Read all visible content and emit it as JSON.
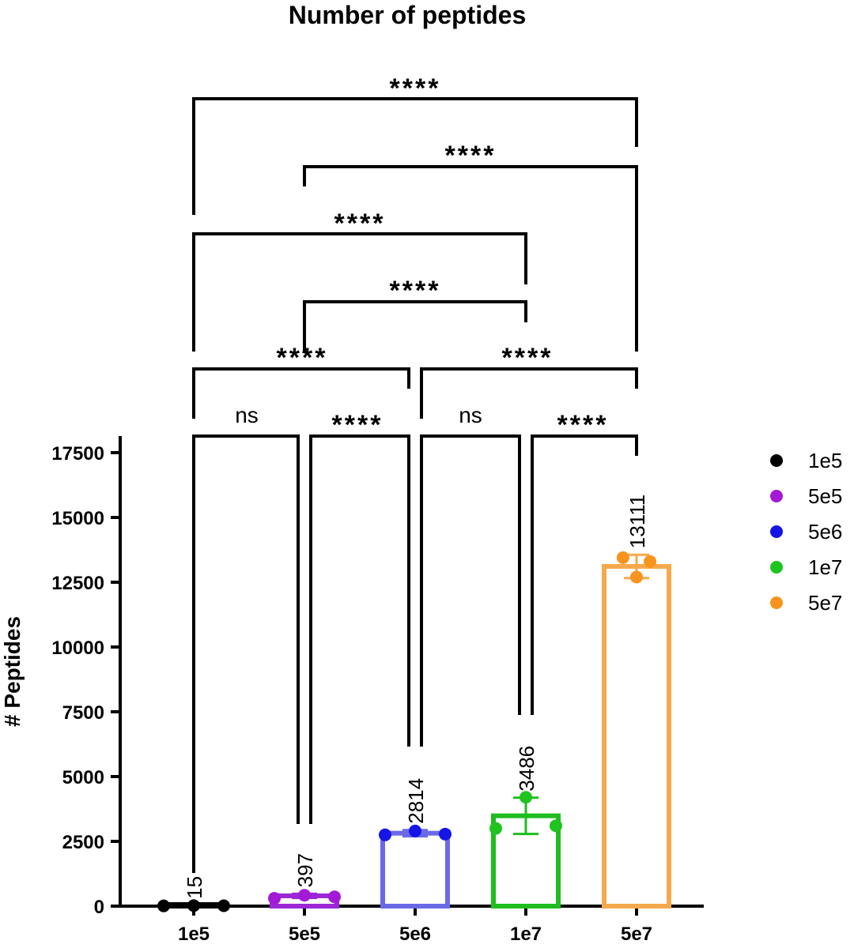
{
  "chart_data": {
    "type": "bar",
    "title": "Number of peptides",
    "xlabel": "",
    "ylabel": "# Peptides",
    "ylim": [
      0,
      17500
    ],
    "yticks": [
      0,
      2500,
      5000,
      7500,
      10000,
      12500,
      15000,
      17500
    ],
    "grid": false,
    "legend_position": "right",
    "categories": [
      "1e5",
      "5e5",
      "5e6",
      "1e7",
      "5e7"
    ],
    "values": [
      15,
      397,
      2814,
      3486,
      13111
    ],
    "data_labels": [
      "15",
      "397",
      "2814",
      "3486",
      "13111"
    ],
    "error_sd": [
      20,
      80,
      120,
      700,
      450
    ],
    "points": [
      [
        10,
        20,
        15
      ],
      [
        300,
        420,
        360
      ],
      [
        2750,
        2900,
        2780
      ],
      [
        3000,
        4200,
        3100
      ],
      [
        13450,
        12700,
        13300
      ]
    ],
    "colors": [
      "#000000",
      "#9b27d6",
      "#6a6ae8",
      "#1fbd1f",
      "#f5a94d"
    ],
    "point_colors": [
      "#000000",
      "#a21ad6",
      "#1515e6",
      "#1fc41f",
      "#f7941d"
    ],
    "legend": [
      "1e5",
      "5e5",
      "5e6",
      "1e7",
      "5e7"
    ],
    "comparisons": [
      {
        "from": 0,
        "to": 1,
        "label": "ns"
      },
      {
        "from": 1,
        "to": 2,
        "label": "****"
      },
      {
        "from": 2,
        "to": 3,
        "label": "ns"
      },
      {
        "from": 3,
        "to": 4,
        "label": "****"
      },
      {
        "from": 0,
        "to": 2,
        "label": "****"
      },
      {
        "from": 2,
        "to": 4,
        "label": "****"
      },
      {
        "from": 1,
        "to": 3,
        "label": "****"
      },
      {
        "from": 0,
        "to": 3,
        "label": "****"
      },
      {
        "from": 1,
        "to": 4,
        "label": "****"
      },
      {
        "from": 0,
        "to": 4,
        "label": "****"
      }
    ]
  }
}
